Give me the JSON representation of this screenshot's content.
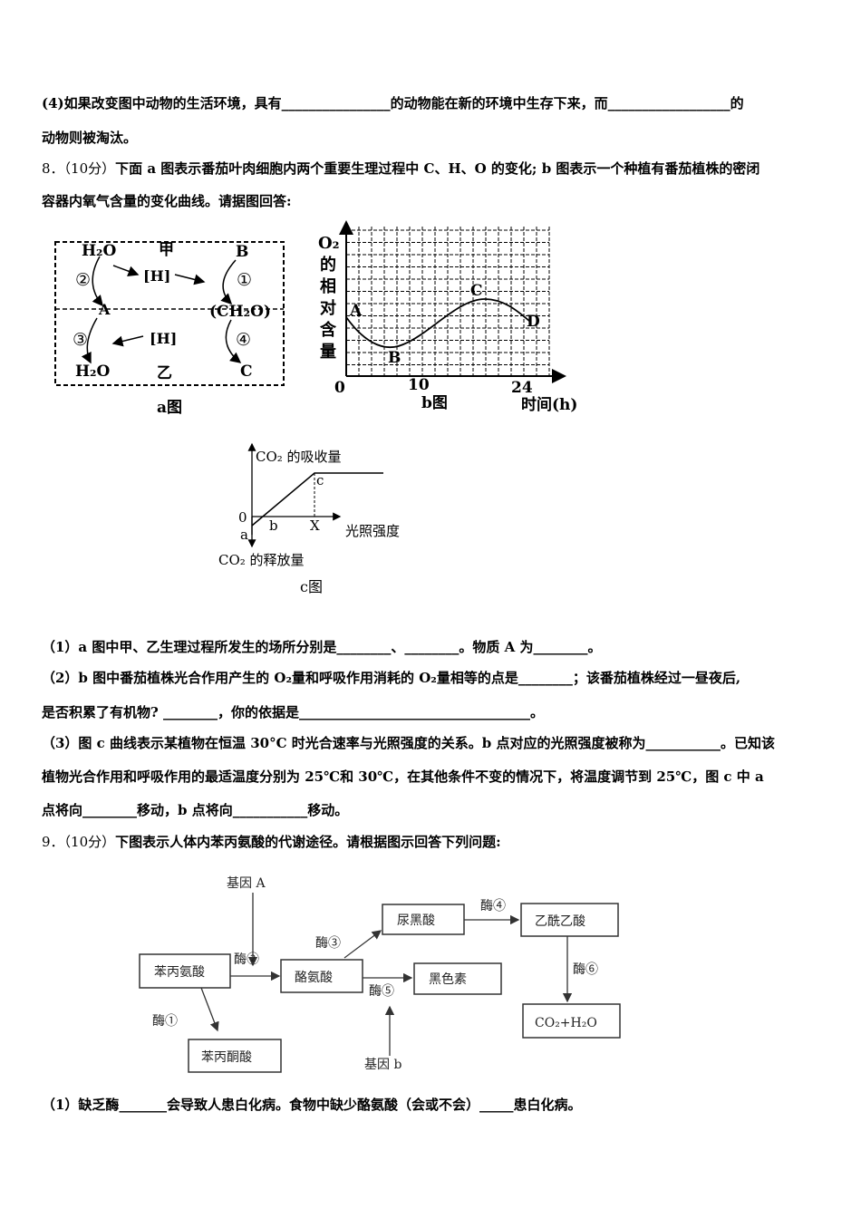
{
  "text": {
    "q7_4_line1": "(4)如果改变图中动物的生活环境，具有________________的动物能在新的环境中生存下来，而__________________的",
    "q7_4_line2": "动物则被淘汰。",
    "q8_num": "8．（10分）",
    "q8_intro1": "下面 a 图表示番茄叶肉细胞内两个重要生理过程中 C、H、O 的变化; b 图表示一个种植有番茄植株的密闭",
    "q8_intro2": "容器内氧气含量的变化曲线。请据图回答:",
    "q8_1": "（1）a 图中甲、乙生理过程所发生的场所分别是________、________。物质 A 为________。",
    "q8_2a": "（2）b 图中番茄植株光合作用产生的 O₂量和呼吸作用消耗的 O₂量相等的点是________；该番茄植株经过一昼夜后,",
    "q8_2b": "是否积累了有机物? ________，你的依据是__________________________________。",
    "q8_3a": "（3）图 c 曲线表示某植物在恒温 30°C 时光合速率与光照强度的关系。b 点对应的光照强度被称为___________。已知该",
    "q8_3b": "植物光合作用和呼吸作用的最适温度分别为 25℃和 30℃，在其他条件不变的情况下，将温度调节到 25℃，图 c 中 a",
    "q8_3c": "点将向________移动，b 点将向___________移动。",
    "q9_num": "9．（10分）",
    "q9_intro": "下图表示人体内苯丙氨酸的代谢途径。请根据图示回答下列问题:",
    "q9_1": "（1）缺乏酶_______会导致人患白化病。食物中缺少酪氨酸（会或不会）_____患白化病。"
  },
  "fig_a": {
    "caption": "a图",
    "h2o_top": "H₂O",
    "jia": "甲",
    "b": "B",
    "n2": "②",
    "h1": "[H]",
    "n1": "①",
    "a": "A",
    "ch2o": "(CH₂O)",
    "n3": "③",
    "h2": "[H]",
    "n4": "④",
    "h2o_bottom": "H₂O",
    "yi": "乙",
    "c": "C"
  },
  "fig_b": {
    "caption": "b图",
    "ylabel": [
      "O₂",
      "的",
      "相",
      "对",
      "含",
      "量"
    ],
    "xlabel": "时间(h)",
    "ticks": [
      "0",
      "10",
      "24"
    ],
    "points": [
      "A",
      "B",
      "C",
      "D"
    ]
  },
  "fig_c": {
    "caption": "c图",
    "ytop": "CO₂ 的吸收量",
    "ybottom": "CO₂ 的释放量",
    "xlabel": "光照强度",
    "zero": "0",
    "a": "a",
    "b": "b",
    "c": "c",
    "x": "X"
  },
  "fig_9": {
    "gene_a": "基因 A",
    "gene_b": "基因 b",
    "phe": "苯丙氨酸",
    "tyr": "酪氨酸",
    "ppa": "苯丙酮酸",
    "uric": "尿黑酸",
    "aceto": "乙酰乙酸",
    "melanin": "黑色素",
    "co2": "CO₂+H₂O",
    "e1": "酶①",
    "e2": "酶②",
    "e3": "酶③",
    "e4": "酶④",
    "e5": "酶⑤",
    "e6": "酶⑥"
  }
}
